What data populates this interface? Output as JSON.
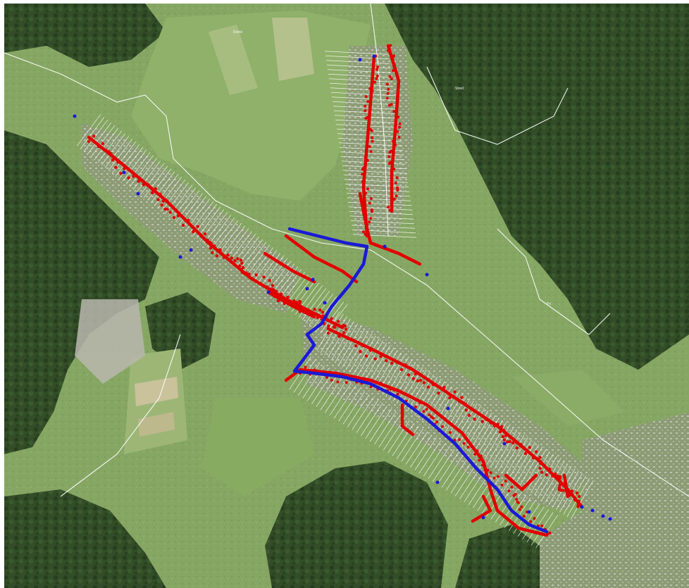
{
  "map": {
    "description_labels": [
      "Dolné",
      "Stred",
      "Pri"
    ],
    "colors": {
      "sewer_network": "#e10000",
      "water_main": "#1a1ad6",
      "forest": "#2f4a24",
      "meadow": "#7fa05a",
      "parcel_lines": "#ffffff"
    },
    "icons": [
      "satellite-imagery",
      "parcel-boundaries",
      "pipeline-red",
      "pipeline-blue",
      "inspection-points"
    ]
  }
}
